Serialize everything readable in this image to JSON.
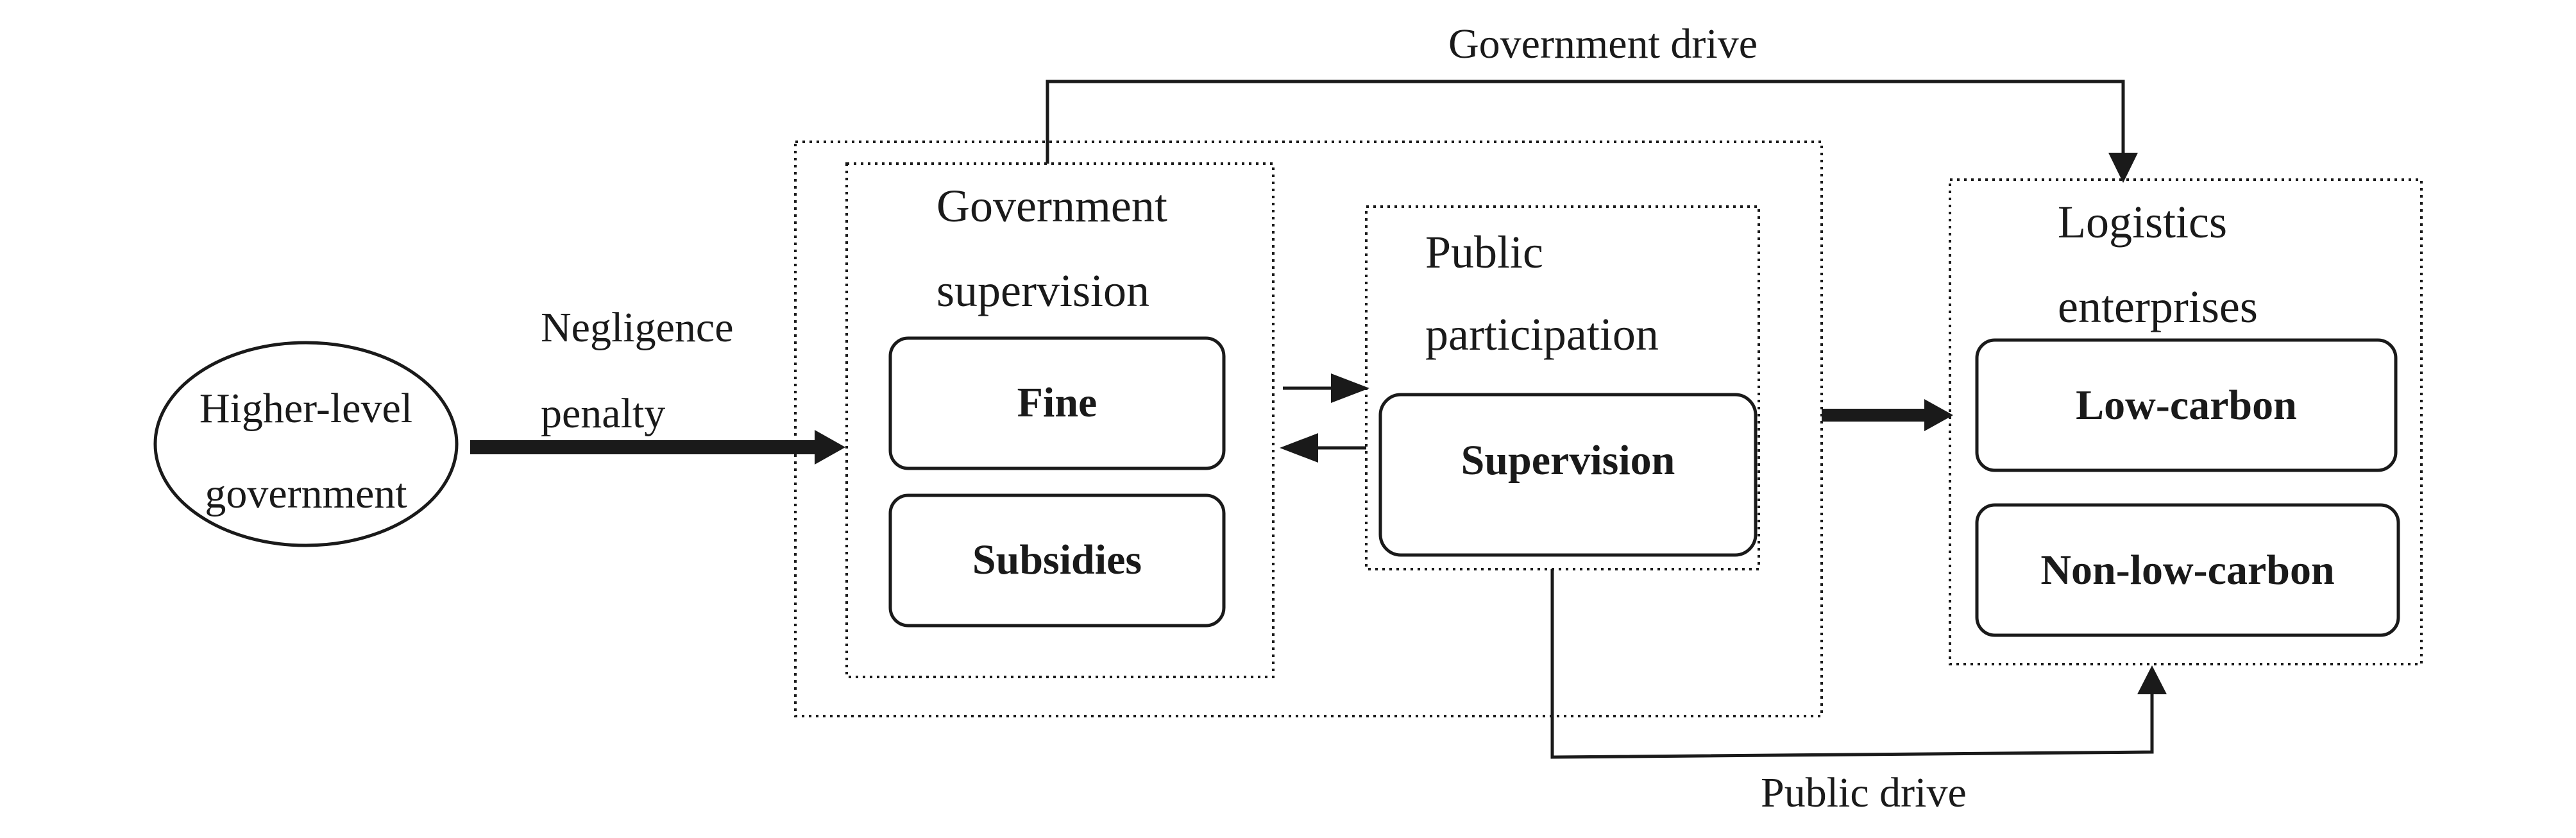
{
  "edges": {
    "government_drive": "Government drive",
    "negligence_penalty_line1": "Negligence",
    "negligence_penalty_line2": "penalty",
    "public_drive": "Public drive"
  },
  "nodes": {
    "higher_level_government": {
      "line1": "Higher-level",
      "line2": "government"
    },
    "government_supervision": {
      "title_line1": "Government",
      "title_line2": "supervision",
      "items": [
        "Fine",
        "Subsidies"
      ]
    },
    "public_participation": {
      "title_line1": "Public",
      "title_line2": "participation",
      "items": [
        "Supervision"
      ]
    },
    "logistics_enterprises": {
      "title_line1": "Logistics",
      "title_line2": "enterprises",
      "items": [
        "Low-carbon",
        "Non-low-carbon"
      ]
    }
  }
}
